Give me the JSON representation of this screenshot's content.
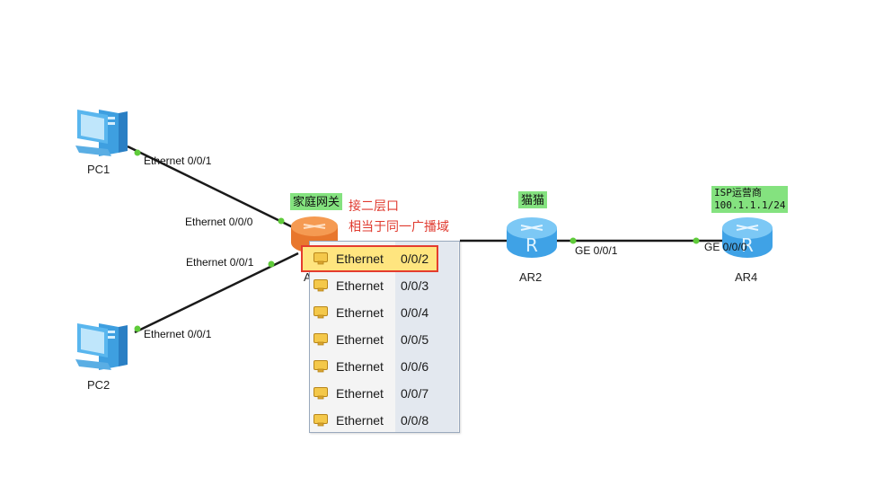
{
  "devices": {
    "pc1": {
      "label": "PC1"
    },
    "pc2": {
      "label": "PC2"
    },
    "ar_home": {
      "label": "A",
      "tag": "家庭网关"
    },
    "ar2": {
      "label": "AR2",
      "tag": "猫猫"
    },
    "ar4": {
      "label": "AR4",
      "tag_line1": "ISP运营商",
      "tag_line2": "100.1.1.1/24"
    }
  },
  "links": {
    "pc1_port": "Ethernet 0/0/1",
    "ar_home_top_port": "Ethernet 0/0/0",
    "ar_home_bottom_port": "Ethernet 0/0/1",
    "pc2_port": "Ethernet 0/0/1",
    "ar2_ge": "GE 0/0/1",
    "ar4_ge": "GE 0/0/0"
  },
  "annotation": {
    "line1": "接二层口",
    "line2": "相当于同一广播域"
  },
  "port_menu": {
    "selected_index": 0,
    "items": [
      {
        "name": "Ethernet",
        "port": "0/0/2"
      },
      {
        "name": "Ethernet",
        "port": "0/0/3"
      },
      {
        "name": "Ethernet",
        "port": "0/0/4"
      },
      {
        "name": "Ethernet",
        "port": "0/0/5"
      },
      {
        "name": "Ethernet",
        "port": "0/0/6"
      },
      {
        "name": "Ethernet",
        "port": "0/0/7"
      },
      {
        "name": "Ethernet",
        "port": "0/0/8"
      }
    ]
  },
  "colors": {
    "link": "#1a1a1a",
    "link_dot": "#5fcb3a",
    "tag_bg": "#84e27f",
    "annotation": "#e03a2f",
    "menu_selected": "#ffe57f"
  }
}
